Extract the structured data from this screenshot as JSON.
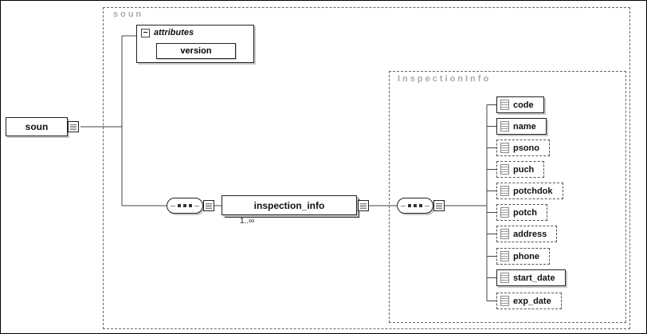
{
  "diagram": {
    "outer_container_label": "soun",
    "root": {
      "label": "soun"
    },
    "attributes": {
      "collapse_glyph": "−",
      "header": "attributes",
      "items": [
        {
          "label": "version"
        }
      ]
    },
    "inspection_info": {
      "label": "inspection_info",
      "cardinality": "1..∞"
    },
    "inner_container_label": "InspectionInfo",
    "children": [
      {
        "label": "code",
        "required": true
      },
      {
        "label": "name",
        "required": true
      },
      {
        "label": "psono",
        "required": false
      },
      {
        "label": "puch",
        "required": false
      },
      {
        "label": "potchdok",
        "required": false
      },
      {
        "label": "potch",
        "required": false
      },
      {
        "label": "address",
        "required": false
      },
      {
        "label": "phone",
        "required": false
      },
      {
        "label": "start_date",
        "required": true
      },
      {
        "label": "exp_date",
        "required": false
      }
    ]
  }
}
